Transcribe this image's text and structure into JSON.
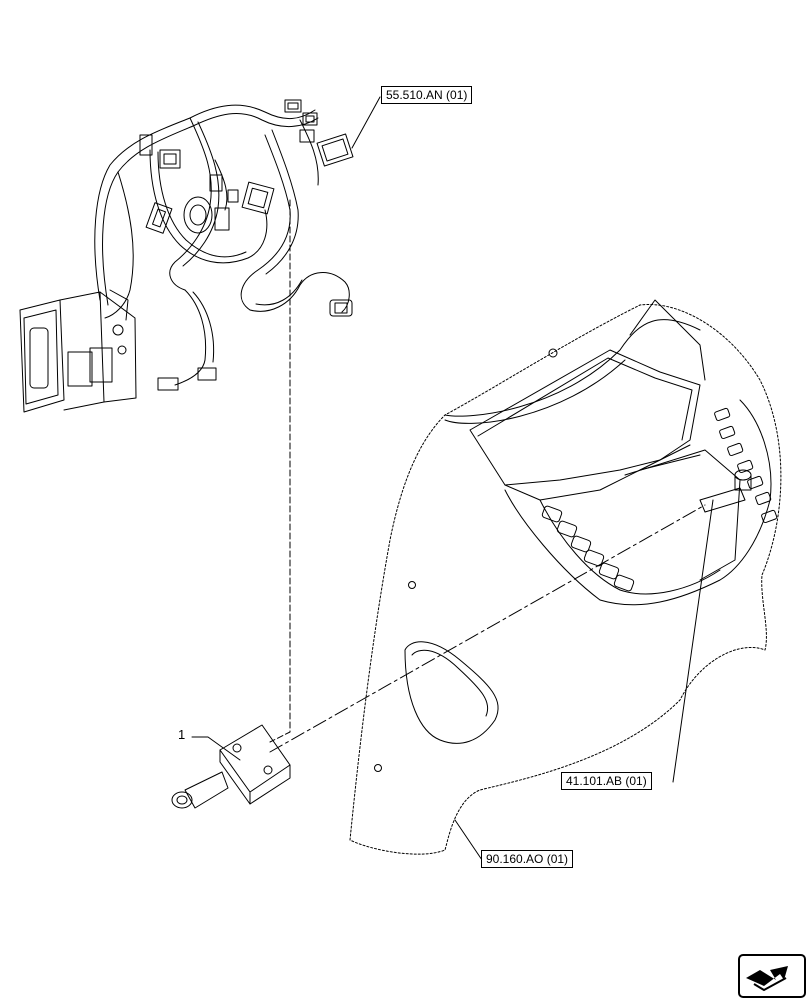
{
  "diagram": {
    "callouts": [
      {
        "id": "item-1",
        "label": "1"
      }
    ],
    "references": {
      "harness": "55.510.AN (01)",
      "console_control": "41.101.AB (01)",
      "console_panel": "90.160.AO (01)"
    },
    "nav_icon": "page-turn-arrow-icon"
  }
}
